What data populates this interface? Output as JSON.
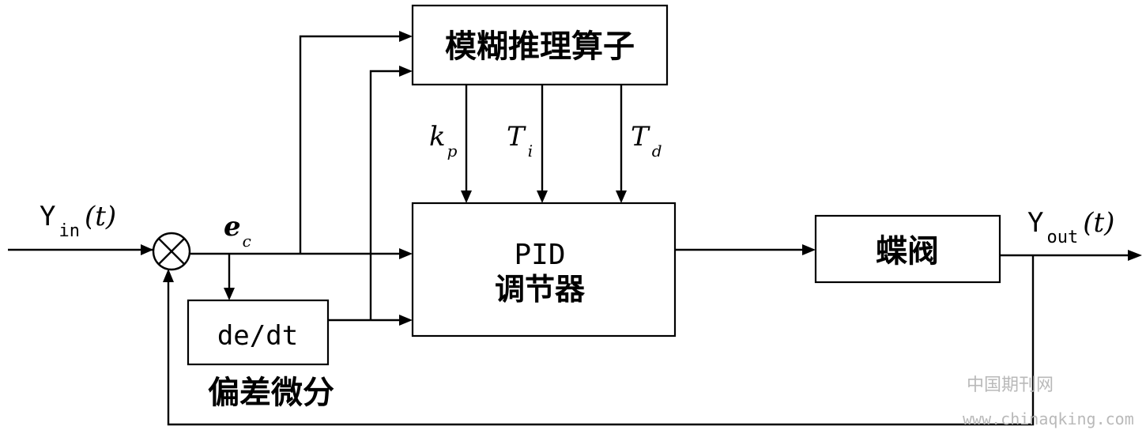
{
  "blocks": {
    "fuzzy_inference": "模糊推理算子",
    "pid_line1": "PID",
    "pid_line2": "调节器",
    "butterfly_valve": "蝶阀",
    "derivative": "de/dt",
    "derivative_caption": "偏差微分"
  },
  "signals": {
    "input": {
      "base": "Y",
      "sub": "in",
      "suffix": "(t)"
    },
    "output": {
      "base": "Y",
      "sub": "out",
      "suffix": "(t)"
    },
    "error": {
      "base": "e",
      "sub": "c"
    },
    "kp": {
      "base": "k",
      "sub": "p"
    },
    "ti": {
      "base": "T",
      "sub": "i"
    },
    "td": {
      "base": "T",
      "sub": "d"
    }
  },
  "watermark": {
    "name": "中国期刊网",
    "url": "www.chinaqking.com"
  }
}
